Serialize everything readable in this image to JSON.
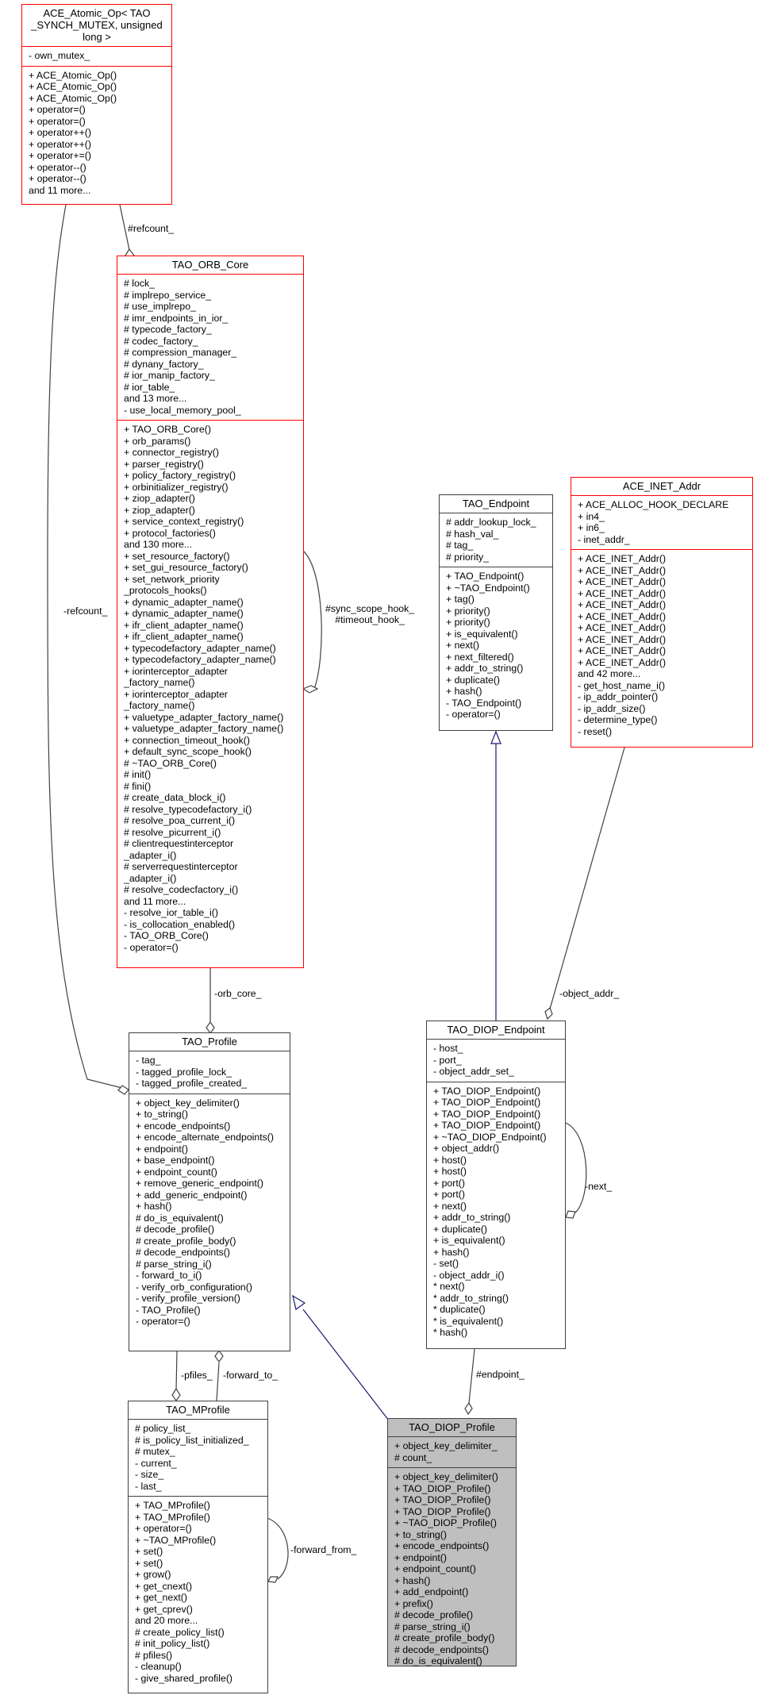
{
  "diagram": {
    "type": "uml-collaboration",
    "focus_class": "TAO_DIOP_Profile",
    "colors": {
      "default_border": "#404040",
      "incomplete_border": "#ff0000",
      "focus_fill": "#bfbfbf",
      "inheritance_edge": "#191970",
      "usage_edge": "#404040"
    },
    "classes": {
      "atomic_op": {
        "title": "ACE_Atomic_Op< TAO _SYNCH_MUTEX, unsigned long >",
        "title_lines": [
          "ACE_Atomic_Op< TAO",
          "_SYNCH_MUTEX, unsigned",
          "long >"
        ],
        "attributes": [
          "- own_mutex_"
        ],
        "methods": [
          "+ ACE_Atomic_Op()",
          "+ ACE_Atomic_Op()",
          "+ ACE_Atomic_Op()",
          "+ operator=()",
          "+ operator=()",
          "+ operator++()",
          "+ operator++()",
          "+ operator+=()",
          "+ operator--()",
          "+ operator--()",
          "and 11 more..."
        ]
      },
      "orb_core": {
        "title": "TAO_ORB_Core",
        "attributes": [
          "# lock_",
          "# implrepo_service_",
          "# use_implrepo_",
          "# imr_endpoints_in_ior_",
          "# typecode_factory_",
          "# codec_factory_",
          "# compression_manager_",
          "# dynany_factory_",
          "# ior_manip_factory_",
          "# ior_table_",
          "and 13 more...",
          "- use_local_memory_pool_"
        ],
        "methods": [
          "+ TAO_ORB_Core()",
          "+ orb_params()",
          "+ connector_registry()",
          "+ parser_registry()",
          "+ policy_factory_registry()",
          "+ orbinitializer_registry()",
          "+ ziop_adapter()",
          "+ ziop_adapter()",
          "+ service_context_registry()",
          "+ protocol_factories()",
          "and 130 more...",
          "+ set_resource_factory()",
          "+ set_gui_resource_factory()",
          "+ set_network_priority\n_protocols_hooks()",
          "+ dynamic_adapter_name()",
          "+ dynamic_adapter_name()",
          "+ ifr_client_adapter_name()",
          "+ ifr_client_adapter_name()",
          "+ typecodefactory_adapter_name()",
          "+ typecodefactory_adapter_name()",
          "+ iorinterceptor_adapter\n_factory_name()",
          "+ iorinterceptor_adapter\n_factory_name()",
          "+ valuetype_adapter_factory_name()",
          "+ valuetype_adapter_factory_name()",
          "+ connection_timeout_hook()",
          "+ default_sync_scope_hook()",
          "# ~TAO_ORB_Core()",
          "# init()",
          "# fini()",
          "# create_data_block_i()",
          "# resolve_typecodefactory_i()",
          "# resolve_poa_current_i()",
          "# resolve_picurrent_i()",
          "# clientrequestinterceptor\n_adapter_i()",
          "# serverrequestinterceptor\n_adapter_i()",
          "# resolve_codecfactory_i()",
          "and 11 more...",
          "- resolve_ior_table_i()",
          "- is_collocation_enabled()",
          "- TAO_ORB_Core()",
          "- operator=()"
        ]
      },
      "endpoint": {
        "title": "TAO_Endpoint",
        "attributes": [
          "# addr_lookup_lock_",
          "# hash_val_",
          "# tag_",
          "# priority_"
        ],
        "methods": [
          "+ TAO_Endpoint()",
          "+ ~TAO_Endpoint()",
          "+ tag()",
          "+ priority()",
          "+ priority()",
          "+ is_equivalent()",
          "+ next()",
          "+ next_filtered()",
          "+ addr_to_string()",
          "+ duplicate()",
          "+ hash()",
          "- TAO_Endpoint()",
          "- operator=()"
        ]
      },
      "inet_addr": {
        "title": "ACE_INET_Addr",
        "attributes": [
          "+ ACE_ALLOC_HOOK_DECLARE",
          "+ in4_",
          "+ in6_",
          "- inet_addr_"
        ],
        "methods": [
          "+ ACE_INET_Addr()",
          "+ ACE_INET_Addr()",
          "+ ACE_INET_Addr()",
          "+ ACE_INET_Addr()",
          "+ ACE_INET_Addr()",
          "+ ACE_INET_Addr()",
          "+ ACE_INET_Addr()",
          "+ ACE_INET_Addr()",
          "+ ACE_INET_Addr()",
          "+ ACE_INET_Addr()",
          "and 42 more...",
          "- get_host_name_i()",
          "- ip_addr_pointer()",
          "- ip_addr_size()",
          "- determine_type()",
          "- reset()"
        ]
      },
      "profile": {
        "title": "TAO_Profile",
        "attributes": [
          "- tag_",
          "- tagged_profile_lock_",
          "- tagged_profile_created_"
        ],
        "methods": [
          "+ object_key_delimiter()",
          "+ to_string()",
          "+ encode_endpoints()",
          "+ encode_alternate_endpoints()",
          "+ endpoint()",
          "+ base_endpoint()",
          "+ endpoint_count()",
          "+ remove_generic_endpoint()",
          "+ add_generic_endpoint()",
          "+ hash()",
          "# do_is_equivalent()",
          "# decode_profile()",
          "# create_profile_body()",
          "# decode_endpoints()",
          "# parse_string_i()",
          "- forward_to_i()",
          "- verify_orb_configuration()",
          "- verify_profile_version()",
          "- TAO_Profile()",
          "- operator=()"
        ]
      },
      "diop_endpoint": {
        "title": "TAO_DIOP_Endpoint",
        "attributes": [
          "- host_",
          "- port_",
          "- object_addr_set_"
        ],
        "methods": [
          "+ TAO_DIOP_Endpoint()",
          "+ TAO_DIOP_Endpoint()",
          "+ TAO_DIOP_Endpoint()",
          "+ TAO_DIOP_Endpoint()",
          "+ ~TAO_DIOP_Endpoint()",
          "+ object_addr()",
          "+ host()",
          "+ host()",
          "+ port()",
          "+ port()",
          "+ next()",
          "+ addr_to_string()",
          "+ duplicate()",
          "+ is_equivalent()",
          "+ hash()",
          "- set()",
          "- object_addr_i()",
          "* next()",
          "* addr_to_string()",
          "* duplicate()",
          "* is_equivalent()",
          "* hash()"
        ]
      },
      "mprofile": {
        "title": "TAO_MProfile",
        "attributes": [
          "# policy_list_",
          "# is_policy_list_initialized_",
          "# mutex_",
          "- current_",
          "- size_",
          "- last_"
        ],
        "methods": [
          "+ TAO_MProfile()",
          "+ TAO_MProfile()",
          "+ operator=()",
          "+ ~TAO_MProfile()",
          "+ set()",
          "+ set()",
          "+ grow()",
          "+ get_cnext()",
          "+ get_next()",
          "+ get_cprev()",
          "and 20 more...",
          "# create_policy_list()",
          "# init_policy_list()",
          "# pfiles()",
          "- cleanup()",
          "- give_shared_profile()"
        ]
      },
      "diop_profile": {
        "title": "TAO_DIOP_Profile",
        "attributes": [
          "+ object_key_delimiter_",
          "# count_"
        ],
        "methods": [
          "+ object_key_delimiter()",
          "+ TAO_DIOP_Profile()",
          "+ TAO_DIOP_Profile()",
          "+ TAO_DIOP_Profile()",
          "+ ~TAO_DIOP_Profile()",
          "+ to_string()",
          "+ encode_endpoints()",
          "+ endpoint()",
          "+ endpoint_count()",
          "+ hash()",
          "+ add_endpoint()",
          "+ prefix()",
          "# decode_profile()",
          "# parse_string_i()",
          "# create_profile_body()",
          "# decode_endpoints()",
          "# do_is_equivalent()"
        ]
      }
    },
    "edges": [
      {
        "from": "ACE_Atomic_Op",
        "to": "TAO_ORB_Core",
        "kind": "usage",
        "label": "#refcount_"
      },
      {
        "from": "ACE_Atomic_Op",
        "to": "TAO_Profile",
        "kind": "usage",
        "label": "-refcount_"
      },
      {
        "from": "TAO_ORB_Core",
        "to": "TAO_ORB_Core",
        "kind": "usage",
        "label": "#sync_scope_hook_\n#timeout_hook_"
      },
      {
        "from": "TAO_ORB_Core",
        "to": "TAO_Profile",
        "kind": "usage",
        "label": "-orb_core_"
      },
      {
        "from": "TAO_Endpoint",
        "to": "TAO_DIOP_Endpoint",
        "kind": "inheritance",
        "label": ""
      },
      {
        "from": "ACE_INET_Addr",
        "to": "TAO_DIOP_Endpoint",
        "kind": "usage",
        "label": "-object_addr_"
      },
      {
        "from": "TAO_DIOP_Endpoint",
        "to": "TAO_DIOP_Endpoint",
        "kind": "usage",
        "label": "-next_"
      },
      {
        "from": "TAO_Profile",
        "to": "TAO_MProfile",
        "kind": "usage",
        "label": "-pfiles_"
      },
      {
        "from": "TAO_MProfile",
        "to": "TAO_Profile",
        "kind": "usage",
        "label": "-forward_to_"
      },
      {
        "from": "TAO_MProfile",
        "to": "TAO_MProfile",
        "kind": "usage",
        "label": "-forward_from_"
      },
      {
        "from": "TAO_Profile",
        "to": "TAO_DIOP_Profile",
        "kind": "inheritance",
        "label": ""
      },
      {
        "from": "TAO_DIOP_Endpoint",
        "to": "TAO_DIOP_Profile",
        "kind": "usage",
        "label": "#endpoint_"
      }
    ],
    "edge_labels": {
      "refcount_hash": "#refcount_",
      "refcount_minus": "-refcount_",
      "hooks": "#sync_scope_hook_\n#timeout_hook_",
      "orb_core": "-orb_core_",
      "object_addr": "-object_addr_",
      "next": "-next_",
      "pfiles": "-pfiles_",
      "forward_to": "-forward_to_",
      "forward_from": "-forward_from_",
      "endpoint": "#endpoint_"
    }
  }
}
